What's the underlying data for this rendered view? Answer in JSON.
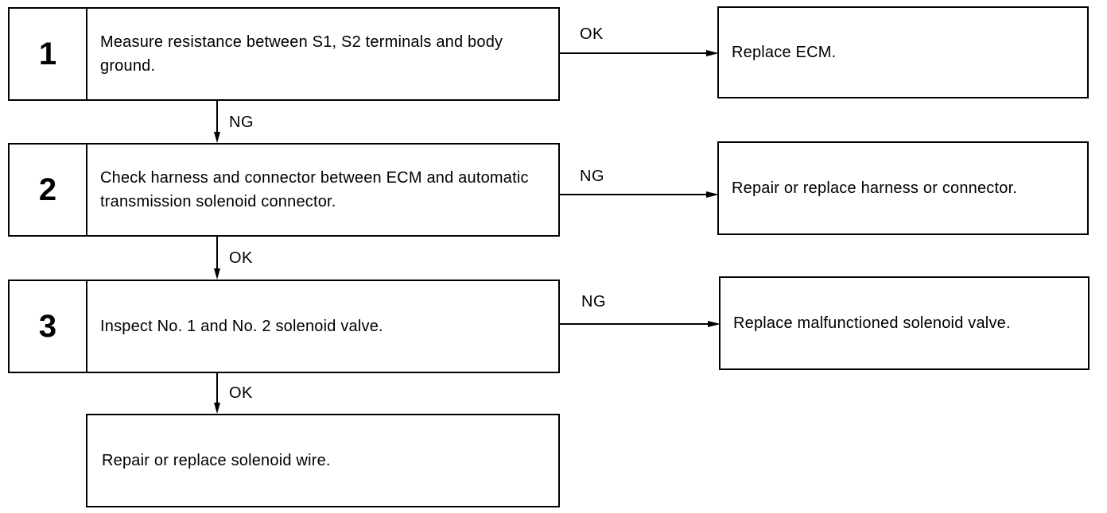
{
  "steps": [
    {
      "number": "1",
      "text": "Measure resistance between S1, S2 terminals and body ground.",
      "branch_label": "OK",
      "result": "Replace ECM.",
      "down_label": "NG"
    },
    {
      "number": "2",
      "text": "Check harness and connector between ECM and automatic transmission solenoid connector.",
      "branch_label": "NG",
      "result": "Repair or replace harness or connector.",
      "down_label": "OK"
    },
    {
      "number": "3",
      "text": "Inspect No. 1 and No. 2 solenoid valve.",
      "branch_label": "NG",
      "result": "Replace malfunctioned solenoid valve.",
      "down_label": "OK"
    }
  ],
  "final_action": "Repair or replace solenoid wire."
}
